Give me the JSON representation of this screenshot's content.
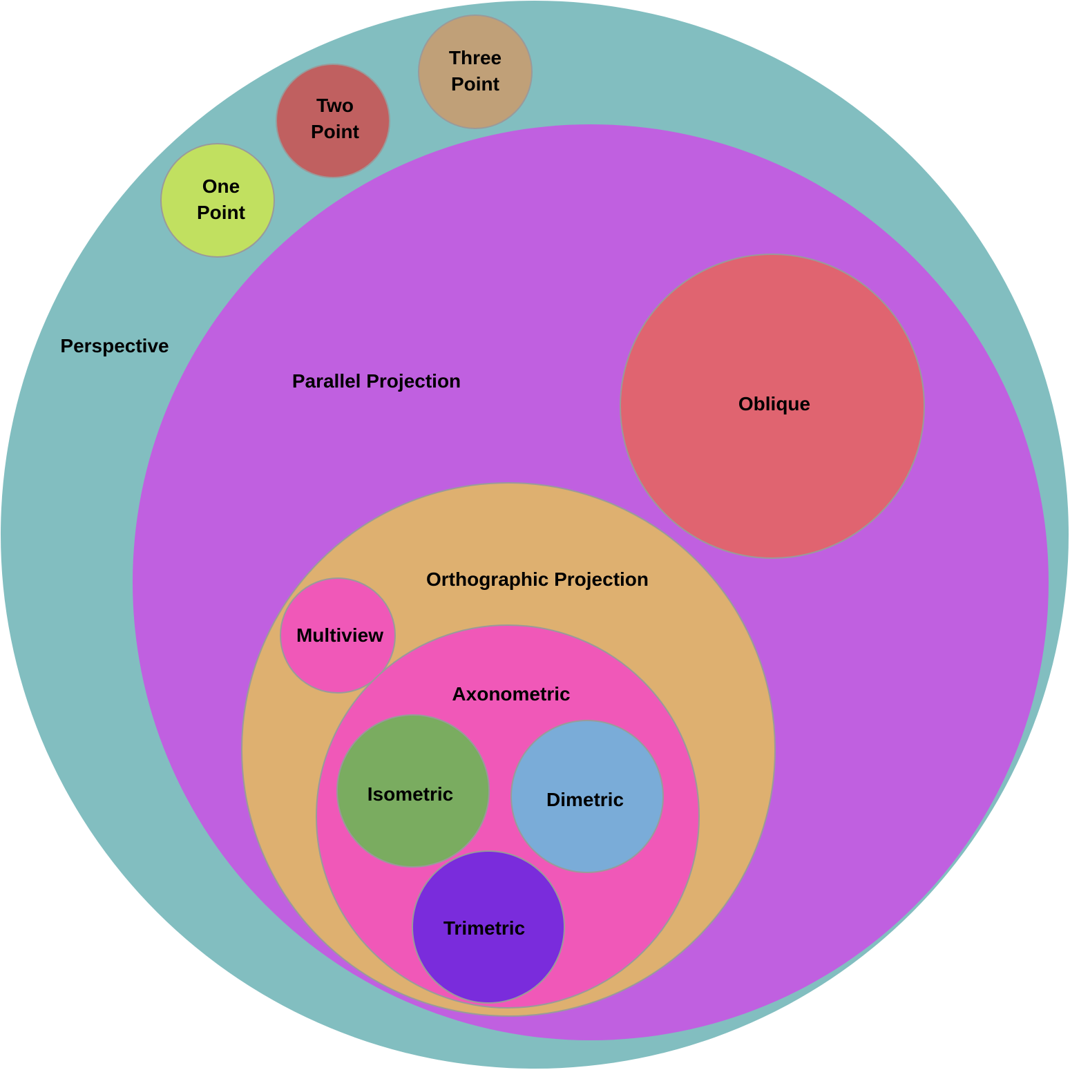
{
  "diagram": {
    "nodes": {
      "perspective": {
        "label": [
          "Perspective"
        ],
        "color": "#82bec0"
      },
      "one_point": {
        "label": [
          "One",
          "Point"
        ],
        "color": "#c1e060"
      },
      "two_point": {
        "label": [
          "Two",
          "Point"
        ],
        "color": "#c06060"
      },
      "three_point": {
        "label": [
          "Three",
          "Point"
        ],
        "color": "#c0a078"
      },
      "parallel": {
        "label": [
          "Parallel Projection"
        ],
        "color": "#c060e0"
      },
      "oblique": {
        "label": [
          "Oblique"
        ],
        "color": "#e06470"
      },
      "orthographic": {
        "label": [
          "Orthographic Projection"
        ],
        "color": "#deb070"
      },
      "multiview": {
        "label": [
          "Multiview"
        ],
        "color": "#f058b8"
      },
      "axonometric": {
        "label": [
          "Axonometric"
        ],
        "color": "#f058b8"
      },
      "isometric": {
        "label": [
          "Isometric"
        ],
        "color": "#7aac60"
      },
      "dimetric": {
        "label": [
          "Dimetric"
        ],
        "color": "#7aacd8"
      },
      "trimetric": {
        "label": [
          "Trimetric"
        ],
        "color": "#7a2cdc"
      }
    }
  }
}
